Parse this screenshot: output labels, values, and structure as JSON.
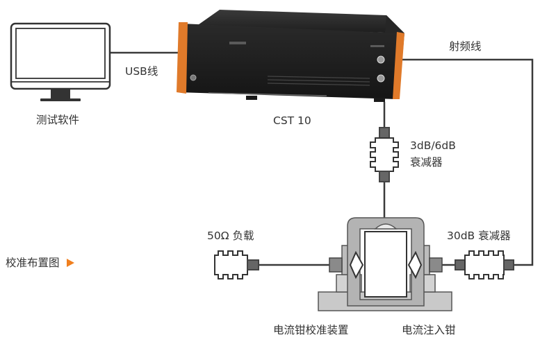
{
  "labels": {
    "software": "测试软件",
    "usb": "USB线",
    "device": "CST 10",
    "rf_cable": "射频线",
    "attenuator_3_6": [
      "3dB/6dB",
      "衰减器"
    ],
    "load": "50Ω 负载",
    "attenuator_30": "30dB 衰减器",
    "layout_title": "校准布置图",
    "fixture": "电流钳校准装置",
    "injection_clamp": "电流注入钳"
  },
  "colors": {
    "cable": "#3a3a3a",
    "accent": "#f07f1e",
    "device_body": "#2b2b2b",
    "fixture_grey": "#c9c9c9"
  },
  "icons": {
    "layout_title_marker": "triangle-right-icon"
  }
}
